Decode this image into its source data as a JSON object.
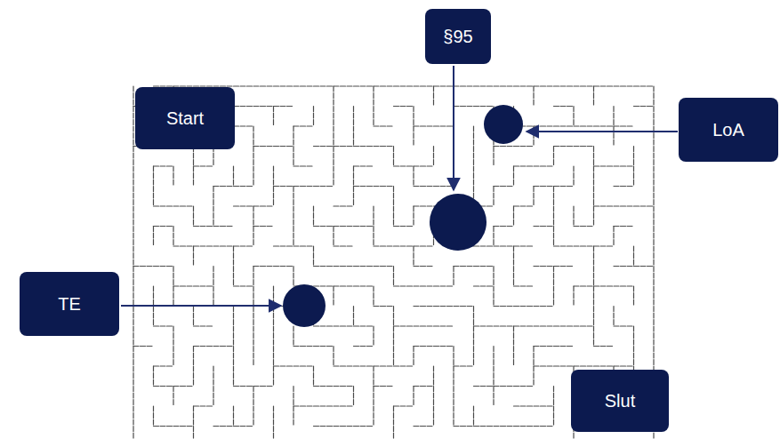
{
  "diagram": {
    "nodes": [
      {
        "text": [
          "§95"
        ]
      },
      {
        "text": [
          "Start"
        ]
      },
      {
        "text": [
          "LoA"
        ]
      },
      {
        "text": [
          "TE"
        ]
      },
      {
        "text": [
          "Slut"
        ]
      }
    ]
  }
}
